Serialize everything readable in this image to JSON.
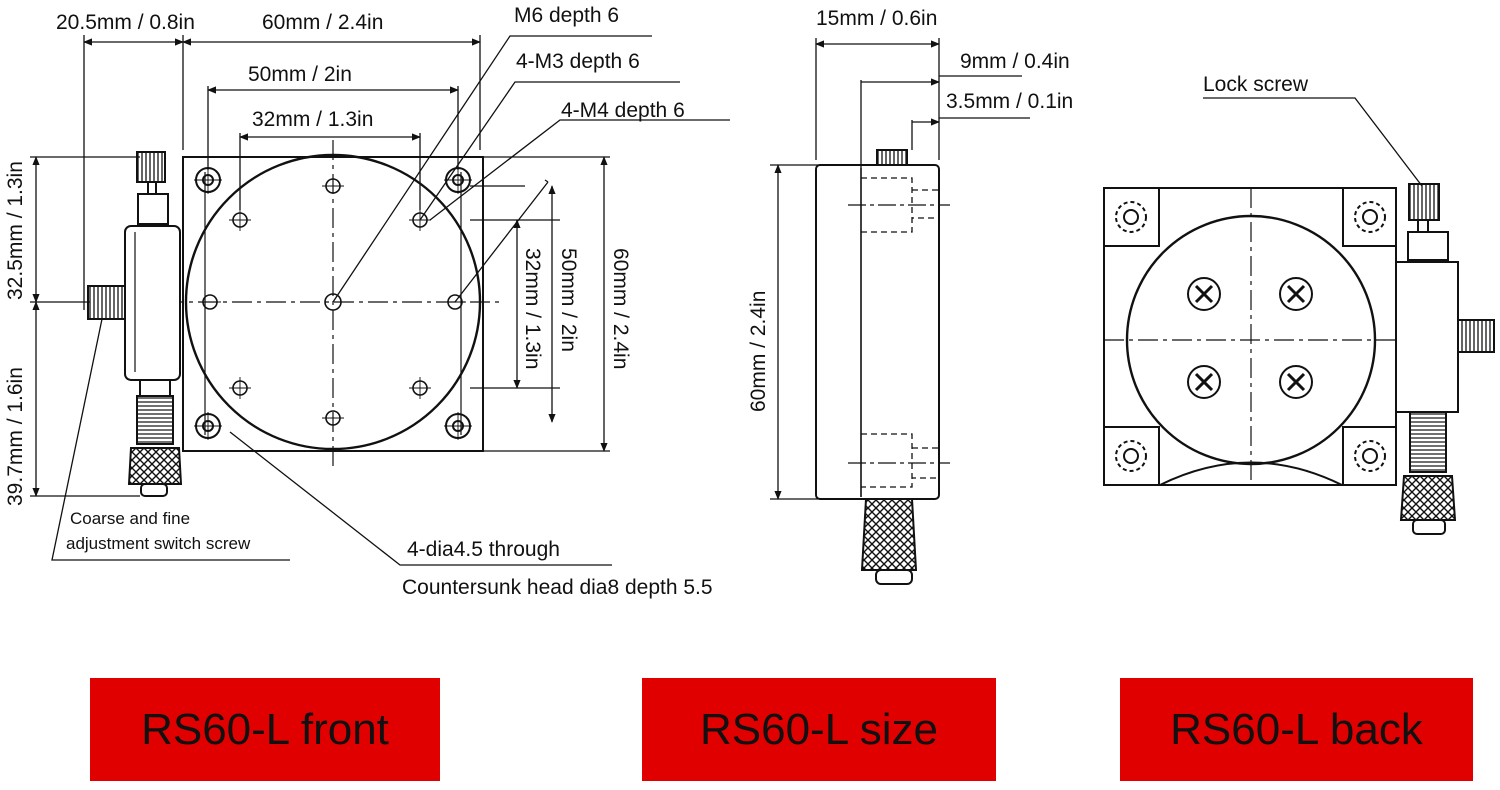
{
  "front": {
    "dims": {
      "d_20_5": "20.5mm / 0.8in",
      "d_60_top": "60mm / 2.4in",
      "d_50_top": "50mm / 2in",
      "d_32_top": "32mm / 1.3in",
      "d_32_5_left": "32.5mm / 1.3in",
      "d_39_7_left": "39.7mm / 1.6in",
      "d_32_right": "32mm / 1.3in",
      "d_50_right": "50mm / 2in",
      "d_60_right": "60mm / 2.4in"
    },
    "callouts": {
      "m6": "M6 depth 6",
      "m3": "4-M3 depth 6",
      "m4": "4-M4 depth 6",
      "switch_line1": "Coarse and fine",
      "switch_line2": "adjustment switch screw",
      "through": "4-dia4.5 through",
      "countersunk": "Countersunk head dia8 depth 5.5"
    },
    "caption": "RS60-L front"
  },
  "side": {
    "dims": {
      "d_15": "15mm / 0.6in",
      "d_9": "9mm / 0.4in",
      "d_3_5": "3.5mm / 0.1in",
      "d_60": "60mm / 2.4in"
    },
    "caption": "RS60-L size"
  },
  "back": {
    "callouts": {
      "lock": "Lock screw"
    },
    "caption": "RS60-L back"
  }
}
